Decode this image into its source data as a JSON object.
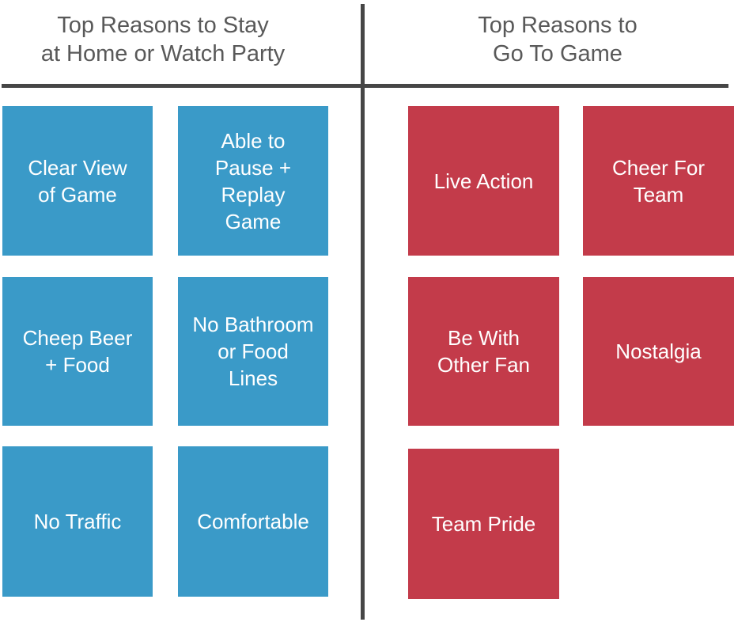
{
  "colors": {
    "stay_box": "#3a9ac8",
    "game_box": "#c33b4a",
    "title_text": "#595959",
    "divider": "#464646",
    "box_text": "#ffffff",
    "background": "#ffffff"
  },
  "left_column": {
    "title": "Top Reasons to Stay at Home or Watch Party",
    "title_lines": [
      "Top Reasons to Stay",
      "at Home or Watch Party"
    ],
    "boxes": [
      {
        "label": "Clear View of Game",
        "lines": [
          "Clear View",
          "of Game"
        ]
      },
      {
        "label": "Able to Pause + Replay Game",
        "lines": [
          "Able to",
          "Pause +",
          "Replay",
          "Game"
        ]
      },
      {
        "label": "Cheep Beer + Food",
        "lines": [
          "Cheep Beer",
          "+ Food"
        ]
      },
      {
        "label": "No Bathroom or Food Lines",
        "lines": [
          "No Bathroom",
          "or Food",
          "Lines"
        ]
      },
      {
        "label": "No Traffic",
        "lines": [
          "No Traffic"
        ]
      },
      {
        "label": "Comfortable",
        "lines": [
          "Comfortable"
        ]
      }
    ]
  },
  "right_column": {
    "title": "Top Reasons to Go To Game",
    "title_lines": [
      "Top Reasons to",
      "Go To Game"
    ],
    "boxes": [
      {
        "label": "Live Action",
        "lines": [
          "Live Action"
        ]
      },
      {
        "label": "Cheer For Team",
        "lines": [
          "Cheer For",
          "Team"
        ]
      },
      {
        "label": "Be With Other Fan",
        "lines": [
          "Be With",
          "Other Fan"
        ]
      },
      {
        "label": "Nostalgia",
        "lines": [
          "Nostalgia"
        ]
      },
      {
        "label": "Team Pride",
        "lines": [
          "Team Pride"
        ]
      }
    ]
  }
}
